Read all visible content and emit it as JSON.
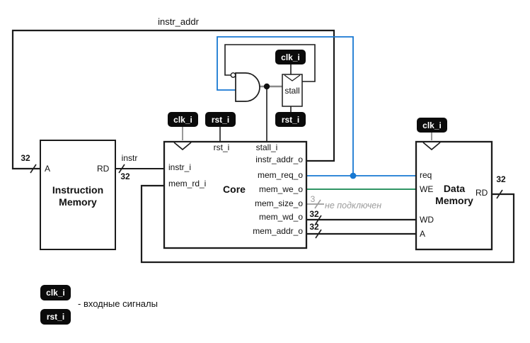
{
  "colors": {
    "wire": "#1c1c1c",
    "blue_wire": "#1778d2",
    "green_wire": "#12864f",
    "gray_wire": "#999999",
    "gate_out_wire": "#8a8a8a",
    "muted_text": "#9c9c9c",
    "badge_bg": "#0b0b0b",
    "badge_text": "#ffffff"
  },
  "top": {
    "instr_addr_label": "instr_addr"
  },
  "badges": {
    "clk": "clk_i",
    "rst": "rst_i"
  },
  "stall_register": {
    "label": "stall"
  },
  "instruction_memory": {
    "title_line1": "Instruction",
    "title_line2": "Memory",
    "port_a": "A",
    "port_rd": "RD",
    "addr_bus_width": "32",
    "out_wire_label": "instr",
    "out_bus_width": "32"
  },
  "core": {
    "title": "Core",
    "top_ports": [
      "rst_i",
      "stall_i"
    ],
    "left_ports": [
      "instr_i",
      "mem_rd_i"
    ],
    "right_ports": [
      "instr_addr_o",
      "mem_req_o",
      "mem_we_o",
      "mem_size_o",
      "mem_wd_o",
      "mem_addr_o"
    ],
    "mem_wd_bus_width": "32",
    "mem_addr_bus_width": "32",
    "mem_size_bus_width": "3",
    "mem_size_note": "не подключен"
  },
  "data_memory": {
    "title_line1": "Data",
    "title_line2": "Memory",
    "left_ports": [
      "req",
      "WE",
      "WD",
      "A"
    ],
    "port_rd": "RD",
    "rd_bus_width": "32"
  },
  "legend": {
    "clk": "clk_i",
    "rst": "rst_i",
    "description": "- входные сигналы"
  }
}
